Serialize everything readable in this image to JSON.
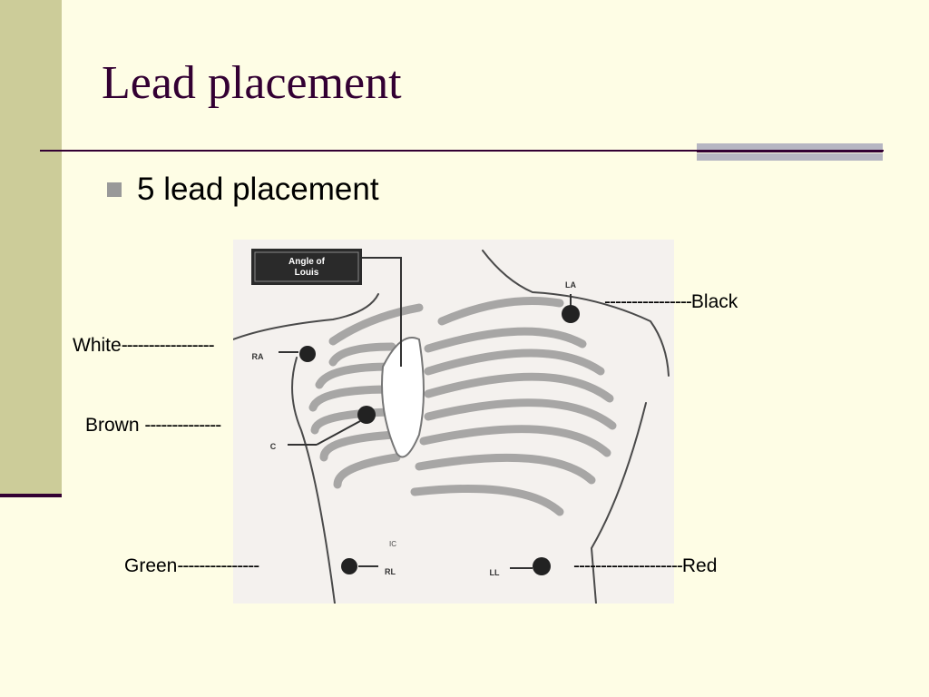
{
  "slide": {
    "title": "Lead placement",
    "bullet": "5 lead placement"
  },
  "diagram": {
    "callout": [
      "Angle of",
      "Louis"
    ],
    "electrodes": {
      "ra": "RA",
      "la": "LA",
      "c": "C",
      "rl": "RL",
      "ll": "LL"
    },
    "ic_mark": "IC"
  },
  "labels": {
    "black": {
      "prefix": "----------------",
      "text": "Black"
    },
    "white": {
      "text": "White",
      "suffix": "-----------------"
    },
    "brown": {
      "text": "Brown ",
      "suffix": "--------------"
    },
    "green": {
      "text": "Green",
      "suffix": "---------------"
    },
    "red": {
      "prefix": "--------------------",
      "text": "Red"
    }
  },
  "colors": {
    "background": "#fefde5",
    "sidebar": "#cccc99",
    "title": "#330033",
    "accent": "#b6b6c2"
  }
}
